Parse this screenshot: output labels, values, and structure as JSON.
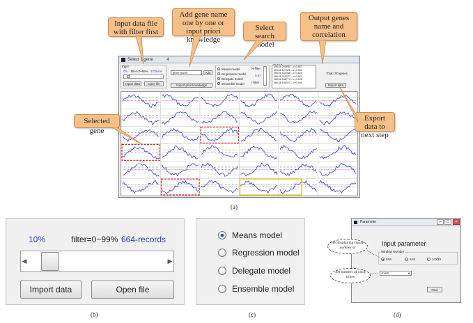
{
  "labels": {
    "a": "(a)",
    "b": "(b)",
    "c": "(c)",
    "d": "(d)"
  },
  "callouts": {
    "input_file": "Input data file with filter first",
    "add_gene": "Add gene name one by one or input priori knowledge",
    "search_model": "Select search model",
    "output_genes": "Output genes name and correlation",
    "selected_gene": "Selected gene",
    "export_data": "Export data to next step"
  },
  "callout_color": "#f6c08a",
  "panel_a": {
    "title": "Select 1 gene",
    "title_suffix": "4",
    "input_group": "Input",
    "pct": "0%",
    "filter": "filter=0~99%",
    "records": "3735-rec",
    "import_label": "Import data",
    "open_label": "Open file",
    "gene_value": "gene name",
    "add_label": "Add",
    "prior_label": "Import prior knowledge",
    "models": [
      "Means model",
      "Regression model",
      "Delegate model",
      "Ensemble model"
    ],
    "model_selected": 0,
    "n_label": "N-filter",
    "n_value": "0.67",
    "r_label": "r-filter",
    "output_group": "Output",
    "output_rows": [
      "NM-08 205990 ---r=0.957",
      "NM-08 127426 ---r=0.951",
      "NM-08 164088 ---r=0.929",
      "NM-08 210327 ---r=0.927",
      "NM-08 188774 ---r=0.926",
      "NM-08 184027 ---r=0.926"
    ],
    "total": "Total:100 genes",
    "export_label": "Export data"
  },
  "panel_b": {
    "pct": "10%",
    "filter": "filter=0~99%",
    "records": "664-records",
    "slider_value": 0.1,
    "import_label": "Import data",
    "open_label": "Open file",
    "value_color": "#2a3fbf"
  },
  "panel_c": {
    "models": [
      "Means model",
      "Regression model",
      "Delegate model",
      "Ensemble model"
    ],
    "selected": 0
  },
  "panel_d": {
    "title": "Parameter",
    "heading": "Input parameter",
    "group_label": "Window Number",
    "options": [
      "5X6",
      "6X6",
      "10X10"
    ],
    "selected": 0,
    "select_value": "min3",
    "next_label": "Next",
    "callout_display": "Set displaying figure number of",
    "callout_click": "Set number of click times"
  }
}
